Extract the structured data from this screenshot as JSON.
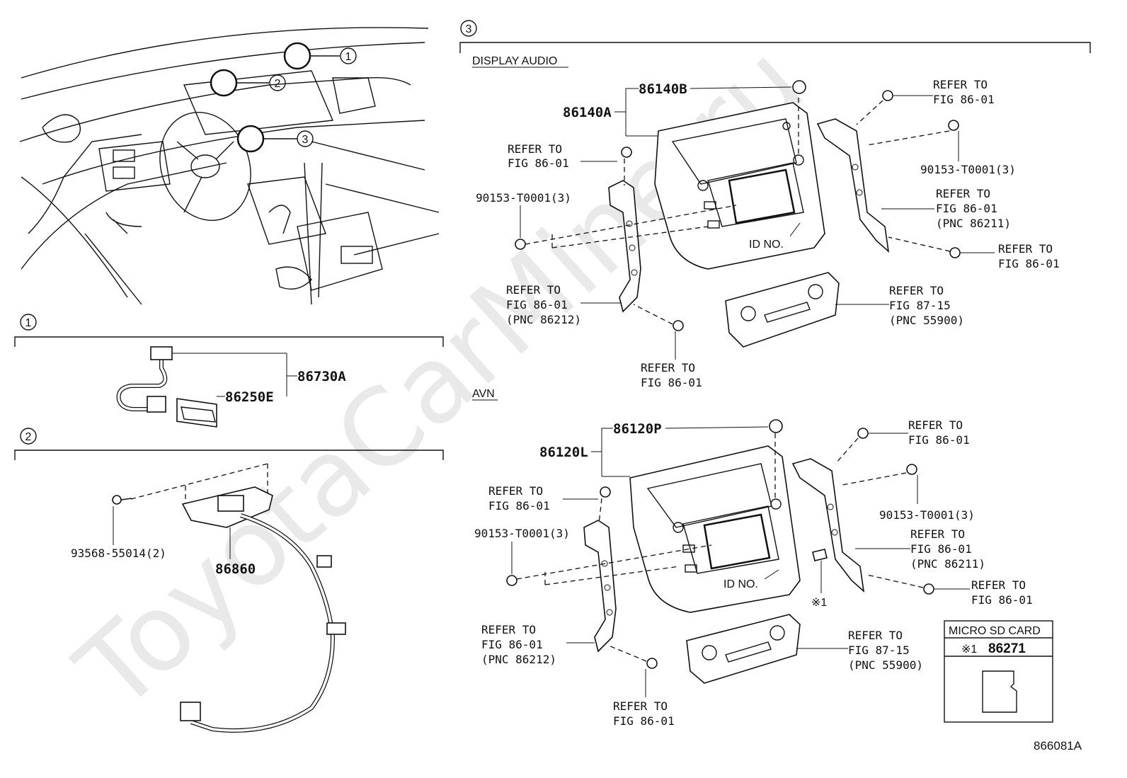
{
  "watermark": "ToyotaCarMine.ru",
  "diagram_id": "866081A",
  "sections": {
    "s1": "1",
    "s2": "2",
    "s3": "3"
  },
  "callouts": [
    "1",
    "2",
    "3"
  ],
  "section3": {
    "display_audio": {
      "title": "DISPLAY AUDIO",
      "part_panel_b": "86140B",
      "part_panel_a": "86140A",
      "id_no": "ID NO.",
      "screw_left": "90153-T0001(3)",
      "screw_right": "90153-T0001(3)",
      "refer_top_right": [
        "REFER TO",
        "FIG 86-01"
      ],
      "refer_top_left": [
        "REFER TO",
        "FIG 86-01"
      ],
      "refer_bracket_right": [
        "REFER TO",
        "FIG 86-01",
        "(PNC 86211)"
      ],
      "refer_screw_right": [
        "REFER TO",
        "FIG 86-01"
      ],
      "refer_bracket_left": [
        "REFER TO",
        "FIG 86-01",
        "(PNC 86212)"
      ],
      "refer_screw_bottom": [
        "REFER TO",
        "FIG 86-01"
      ],
      "refer_climate": [
        "REFER TO",
        "FIG 87-15",
        "(PNC 55900)"
      ]
    },
    "avn": {
      "title": "AVN",
      "part_panel_p": "86120P",
      "part_panel_l": "86120L",
      "id_no": "ID NO.",
      "note_mark": "※1",
      "screw_left": "90153-T0001(3)",
      "screw_right": "90153-T0001(3)",
      "refer_top_right": [
        "REFER TO",
        "FIG 86-01"
      ],
      "refer_top_left": [
        "REFER TO",
        "FIG 86-01"
      ],
      "refer_bracket_right": [
        "REFER TO",
        "FIG 86-01",
        "(PNC 86211)"
      ],
      "refer_screw_right": [
        "REFER TO",
        "FIG 86-01"
      ],
      "refer_bracket_left": [
        "REFER TO",
        "FIG 86-01",
        "(PNC 86212)"
      ],
      "refer_screw_bottom": [
        "REFER TO",
        "FIG 86-01"
      ],
      "refer_climate": [
        "REFER TO",
        "FIG 87-15",
        "(PNC 55900)"
      ]
    }
  },
  "section1": {
    "part_harness": "86730A",
    "part_module": "86250E"
  },
  "section2": {
    "part_unit": "86860",
    "part_screw": "93568-55014(2)"
  },
  "sd_card": {
    "title": "MICRO SD CARD",
    "mark": "※1",
    "part": "86271"
  }
}
